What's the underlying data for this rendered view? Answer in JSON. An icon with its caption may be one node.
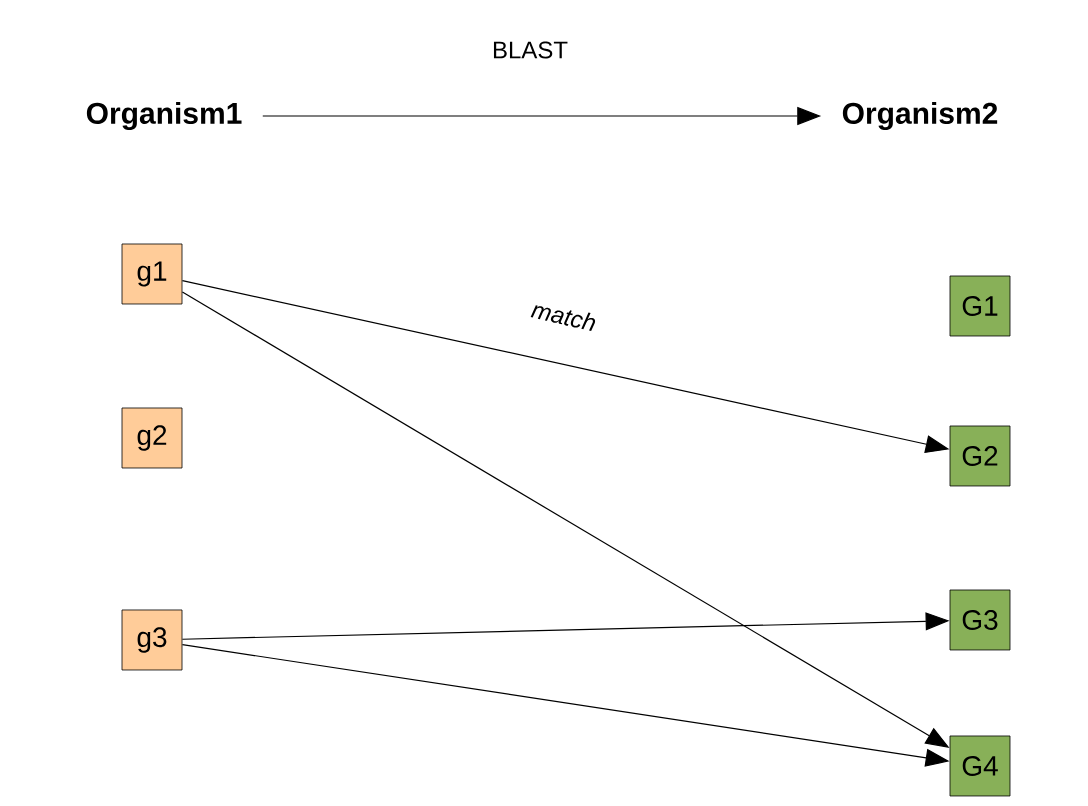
{
  "diagram": {
    "nodes": [
      {
        "text": [
          "Organism1"
        ]
      },
      {
        "text": [
          "Organism2"
        ]
      },
      {
        "text": [
          "g1"
        ]
      },
      {
        "text": [
          "g2"
        ]
      },
      {
        "text": [
          "g3"
        ]
      },
      {
        "text": [
          "G1"
        ]
      },
      {
        "text": [
          "G2"
        ]
      },
      {
        "text": [
          "G3"
        ]
      },
      {
        "text": [
          "G4"
        ]
      }
    ],
    "edges": [
      {
        "from": 0,
        "to": 1,
        "arrow": "to",
        "label": "BLAST"
      },
      {
        "from": 2,
        "to": 6,
        "arrow": "to",
        "label": "match"
      },
      {
        "from": 2,
        "to": 8,
        "arrow": "to"
      },
      {
        "from": 4,
        "to": 7,
        "arrow": "to"
      },
      {
        "from": 4,
        "to": 8,
        "arrow": "to"
      }
    ]
  }
}
